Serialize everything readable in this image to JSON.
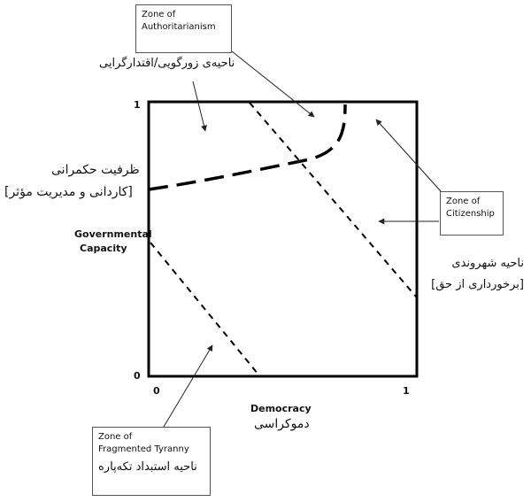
{
  "zones": {
    "authoritarianism": {
      "label": "Zone of\nAuthoritarianism",
      "farsi": "ناحیه‌ی زورگویی/اقتدارگرایی"
    },
    "citizenship": {
      "label": "Zone of\nCitizenship",
      "farsi_line1": "ناحیه شهروندی",
      "farsi_line2": "[برخورداری از حق]"
    },
    "fragmented_tyranny": {
      "label": "Zone of\nFragmented Tyranny",
      "farsi": "ناحیه استبداد تکه‌پاره"
    }
  },
  "axes": {
    "y_label_line1": "Governmental",
    "y_label_line2": "Capacity",
    "y_label_farsi_line1": "ظرفیت حکمرانی",
    "y_label_farsi_line2": "[کاردانی و مدیریت مؤثر]",
    "x_label": "Democracy",
    "x_label_farsi": "دموکراسی",
    "y_tick_top": "1",
    "y_tick_bottom": "0",
    "x_tick_left": "0",
    "x_tick_right": "1"
  }
}
